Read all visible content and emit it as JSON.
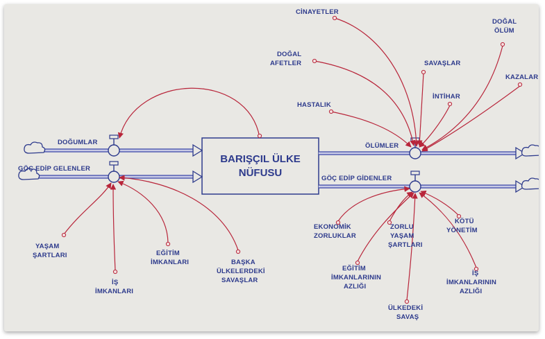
{
  "stock": {
    "label": [
      "BARIŞÇIL ÜLKE",
      "NÜFUSU"
    ]
  },
  "flows": {
    "births": "DOĞUMLAR",
    "immigrants": "GÖÇ EDİP GELENLER",
    "deaths": "ÖLÜMLER",
    "emigrants": "GÖÇ EDİP GİDENLER"
  },
  "variables": {
    "murders": [
      "CİNAYETLER"
    ],
    "natural_disasters": [
      "DOĞAL",
      "AFETLER"
    ],
    "wars": [
      "SAVAŞLAR"
    ],
    "natural_death": [
      "DOĞAL",
      "ÖLÜM"
    ],
    "accidents": [
      "KAZALAR"
    ],
    "suicide": [
      "İNTİHAR"
    ],
    "disease": [
      "HASTALIK"
    ],
    "living_conditions": [
      "YAŞAM",
      "ŞARTLARI"
    ],
    "job_opportunities": [
      "İŞ",
      "İMKANLARI"
    ],
    "education_opportunities": [
      "EĞİTİM",
      "İMKANLARI"
    ],
    "wars_in_other_countries": [
      "BAŞKA",
      "ÜLKELERDEKİ",
      "SAVAŞLAR"
    ],
    "economic_hardship": [
      "EKONOMİK",
      "ZORLUKLAR"
    ],
    "hard_living_conditions": [
      "ZORLU",
      "YAŞAM",
      "ŞARTLARI"
    ],
    "bad_governance": [
      "KÖTÜ",
      "YÖNETİM"
    ],
    "lack_of_education": [
      "EĞİTİM",
      "İMKANLARININ",
      "AZLIĞI"
    ],
    "lack_of_jobs": [
      "İŞ",
      "İMKANLARININ",
      "AZLIĞI"
    ],
    "war_in_country": [
      "ÜLKEDEKİ",
      "SAVAŞ"
    ]
  },
  "colors": {
    "stock_flow": "#2d3a8c",
    "causal_link": "#b8253a",
    "paper": "#e9e8e4"
  }
}
